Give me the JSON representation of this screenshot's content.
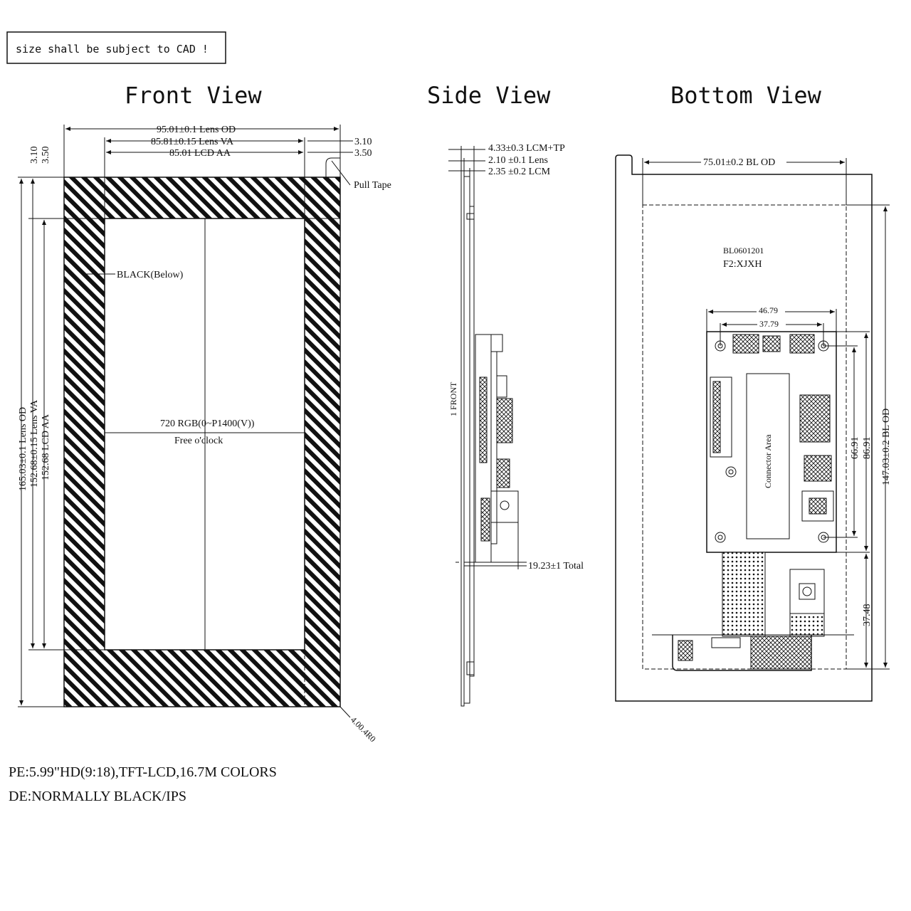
{
  "header_note": "size shall be subject to CAD !",
  "views": {
    "front": "Front View",
    "side": "Side View",
    "bottom": "Bottom View"
  },
  "front": {
    "lens_od_w": "95.01±0.1 Lens OD",
    "lens_va_w": "85.81±0.15 Lens VA",
    "lcd_aa_w": "85.01 LCD AA",
    "right_3_10": "3.10",
    "right_3_50": "3.50",
    "left_3_10": "3.10",
    "left_3_50": "3.50",
    "pull_tape": "Pull Tape",
    "black_below": "BLACK(Below)",
    "resolution": "720 RGB(0~P1400(V))",
    "free_clock": "Free o'clock",
    "lens_od_h": "165.03±0.1 Lens OD",
    "lens_va_h": "152.68±0.15 Lens VA",
    "lcd_aa_h": "152.68 LCD AA",
    "corner": "4.00.4R0"
  },
  "side": {
    "lcm_tp": "4.33±0.3 LCM+TP",
    "lens_t": "2.10 ±0.1 Lens",
    "lcm_t": "2.35 ±0.2 LCM",
    "front_label": "1 FRONT",
    "total": "19.23±1 Total"
  },
  "bottom": {
    "bl_od_w": "75.01±0.2 BL OD",
    "part_no": "BL0601201",
    "f2": "F2:XJXH",
    "d_46_79": "46.79",
    "d_37_79": "37.79",
    "connector_area": "Connector Area",
    "d_66_91": "66.91",
    "d_86_91": "86.91",
    "bl_od_h": "147.03±0.2 BL OD",
    "d_37_48": "37.48"
  },
  "footer": {
    "pe": "PE:5.99\"HD(9:18),TFT-LCD,16.7M COLORS",
    "de": "DE:NORMALLY BLACK/IPS"
  }
}
